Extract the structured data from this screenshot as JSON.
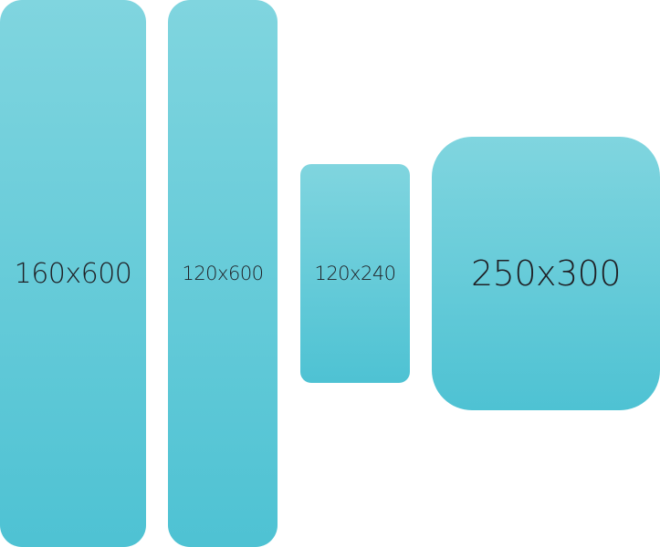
{
  "banners": [
    {
      "label": "160x600"
    },
    {
      "label": "120x600"
    },
    {
      "label": "120x240"
    },
    {
      "label": "250x300"
    }
  ],
  "colors": {
    "banner_top": "#80d5df",
    "banner_bottom": "#4ec2d3",
    "text": "#1f1f24",
    "background": "#ffffff"
  }
}
